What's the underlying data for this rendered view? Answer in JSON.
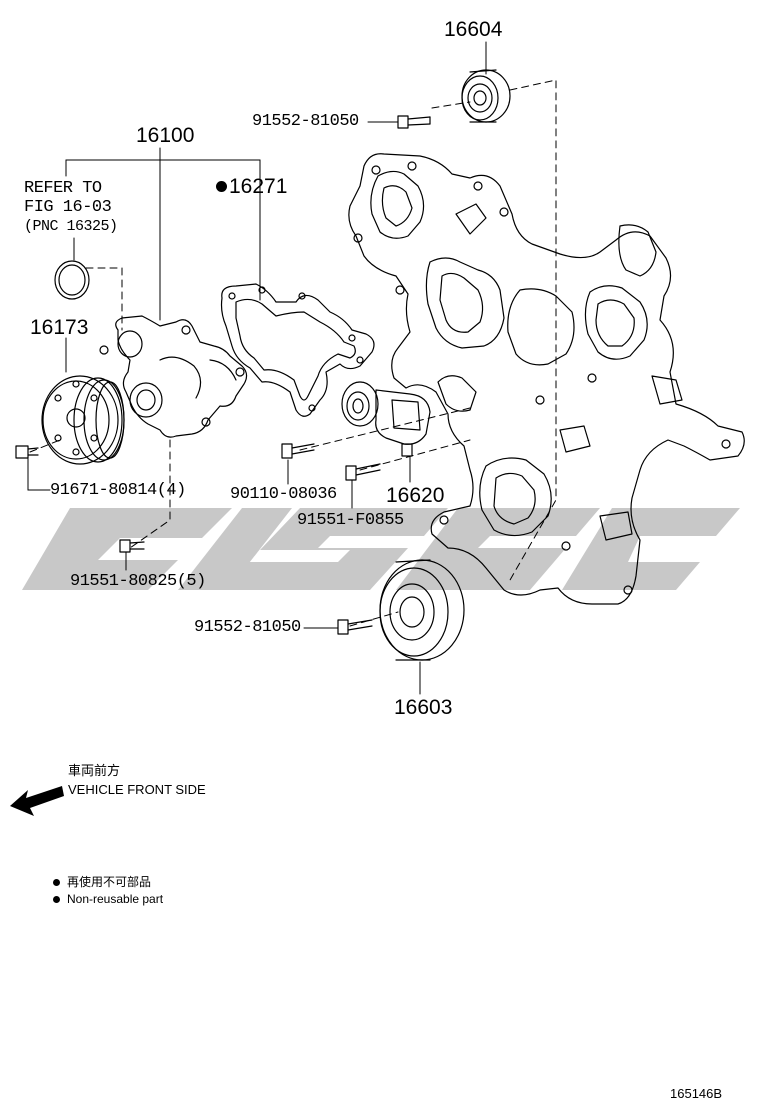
{
  "diagram": {
    "figure_number": "165146B",
    "colors": {
      "line": "#000000",
      "watermark": "#c8c8c8",
      "background": "#ffffff"
    },
    "icons": {
      "direction_arrow": "arrow-left-icon",
      "non_reusable_marker": "filled-dot-icon"
    },
    "parts": {
      "p16604": "16604",
      "p91552_top": "91552-81050",
      "p16100": "16100",
      "refer_line1": "REFER TO",
      "refer_line2": "FIG 16-03",
      "refer_line3": "(PNC 16325)",
      "p16271": "16271",
      "p16173": "16173",
      "p91671": "91671-80814(4)",
      "p90110": "90110-08036",
      "p16620": "16620",
      "p91551_f": "91551-F0855",
      "p91551_8": "91551-80825(5)",
      "p91552_bot": "91552-81050",
      "p16603": "16603"
    },
    "front_side": {
      "jp": "車両前方",
      "en": "VEHICLE FRONT SIDE"
    },
    "legend": {
      "jp": "再使用不可部品",
      "en": "Non-reusable part"
    }
  }
}
